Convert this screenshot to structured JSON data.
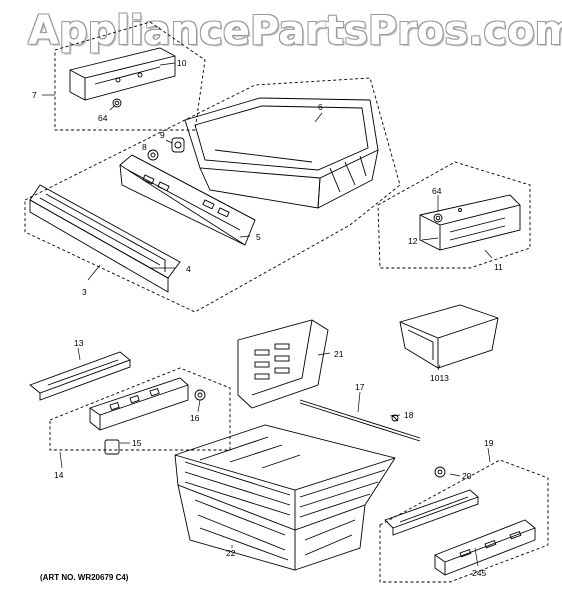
{
  "watermark": "AppliancePartsPros.com",
  "art_no": "(ART NO. WR20679 C4)",
  "callouts": {
    "c3": "3",
    "c4": "4",
    "c5": "5",
    "c6": "6",
    "c7": "7",
    "c8": "8",
    "c9": "9",
    "c10": "10",
    "c11": "11",
    "c12": "12",
    "c13": "13",
    "c14": "14",
    "c15": "15",
    "c16": "16",
    "c17": "17",
    "c18": "18",
    "c19": "19",
    "c20": "20",
    "c21": "21",
    "c22": "22",
    "c64a": "64",
    "c64b": "64",
    "c245": "245",
    "c1013": "1013"
  }
}
